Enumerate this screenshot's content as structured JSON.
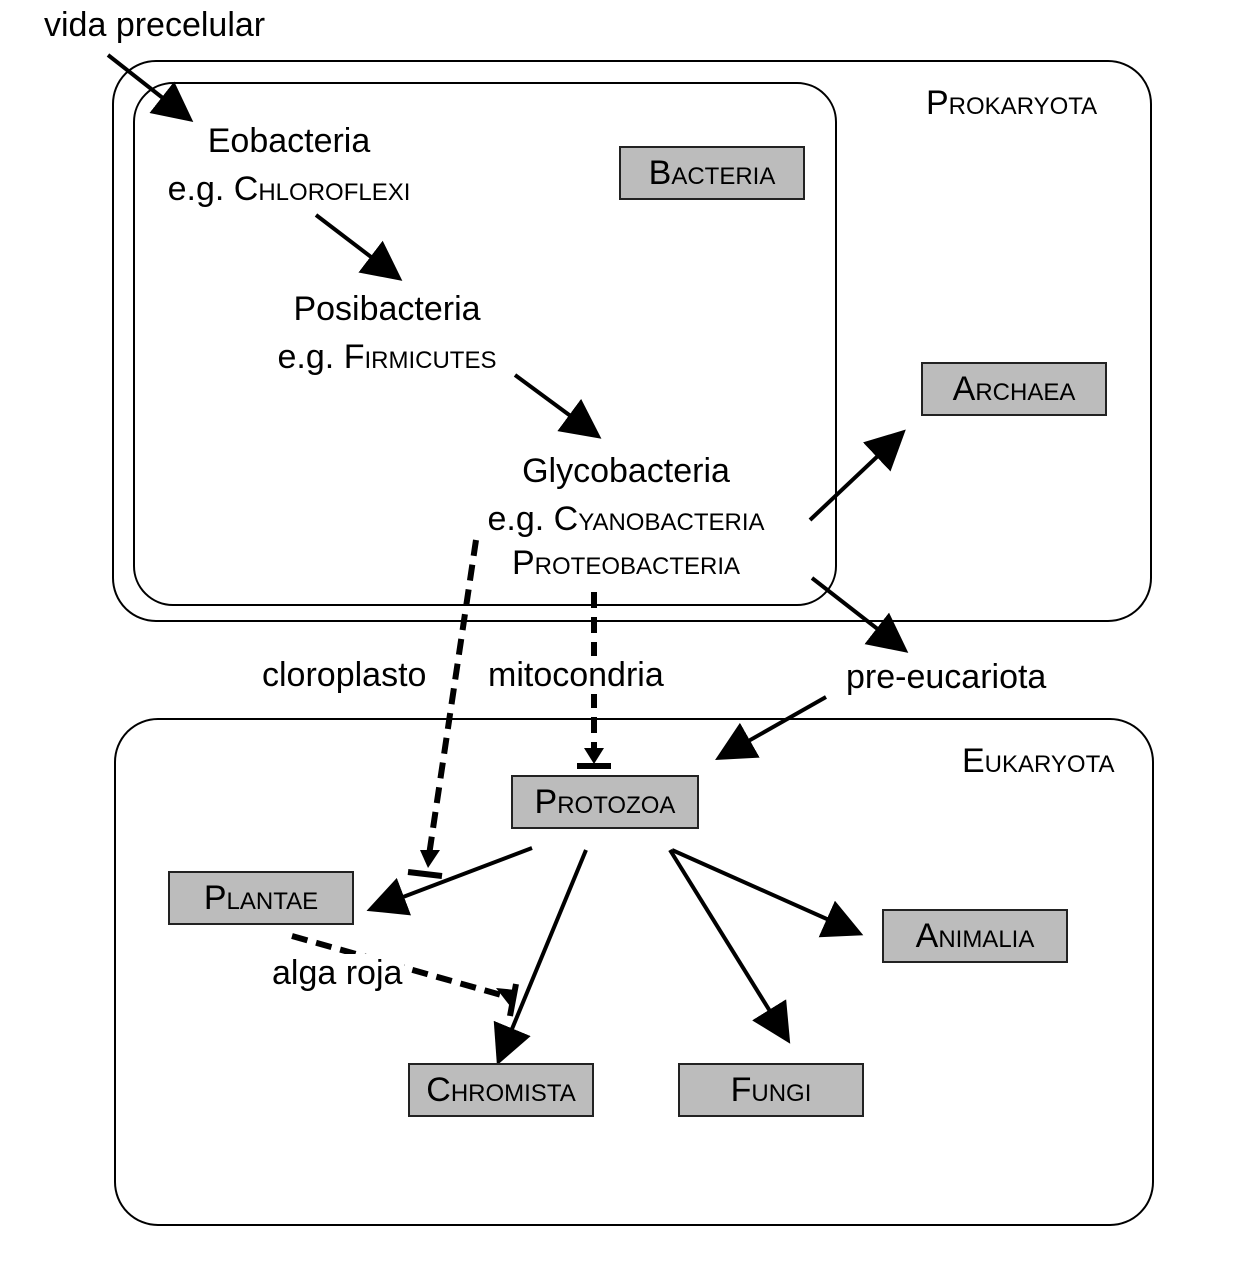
{
  "start_label": "vida precelular",
  "prokaryota": {
    "title": "Prokaryota",
    "bacteria_box": "Bacteria",
    "eobacteria": {
      "name": "Eobacteria",
      "example_prefix": "e.g. ",
      "example": "Chloroflexi"
    },
    "posibacteria": {
      "name": "Posibacteria",
      "example_prefix": "e.g. ",
      "example": "Firmicutes"
    },
    "glycobacteria": {
      "name": "Glycobacteria",
      "example_prefix": "e.g. ",
      "example": "Cyanobacteria",
      "example2": "Proteobacteria"
    },
    "archaea_box": "Archaea"
  },
  "transitions": {
    "chloroplast": "cloroplasto",
    "mitochondria": "mitocondria",
    "pre_eukaryote": "pre-eucariota",
    "red_alga": "alga roja"
  },
  "eukaryota": {
    "title": "Eukaryota",
    "protozoa_box": "Protozoa",
    "plantae_box": "Plantae",
    "animalia_box": "Animalia",
    "chromista_box": "Chromista",
    "fungi_box": "Fungi"
  },
  "colors": {
    "box_fill": "#bcbcbc",
    "line": "#000000",
    "background": "#ffffff"
  }
}
